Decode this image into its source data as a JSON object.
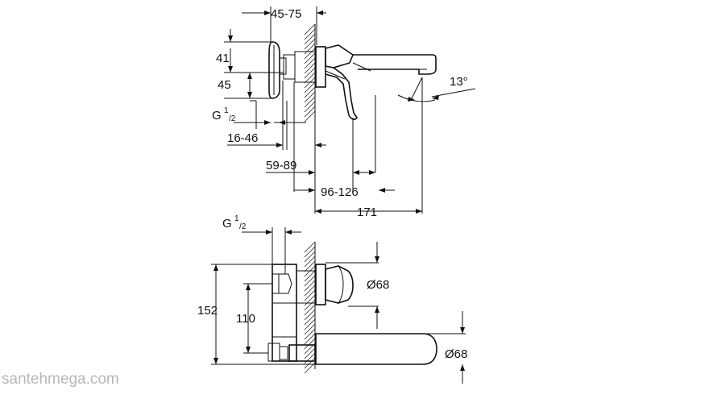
{
  "dimensions_top": {
    "d_45_75": "45-75",
    "d_41": "41",
    "d_45": "45",
    "g_thread": "G",
    "g_frac_num": "1",
    "g_frac_den": "/2",
    "d_16_46": "16-46",
    "d_59_89": "59-89",
    "d_96_126": "96-126",
    "d_171": "171",
    "angle_13": "13°"
  },
  "dimensions_bottom": {
    "g_thread": "G",
    "g_frac_num": "1",
    "g_frac_den": "/2",
    "d_152": "152",
    "d_110": "110",
    "dia_68_upper": "Ø68",
    "dia_68_lower": "Ø68"
  },
  "watermark": "santehmega.com"
}
